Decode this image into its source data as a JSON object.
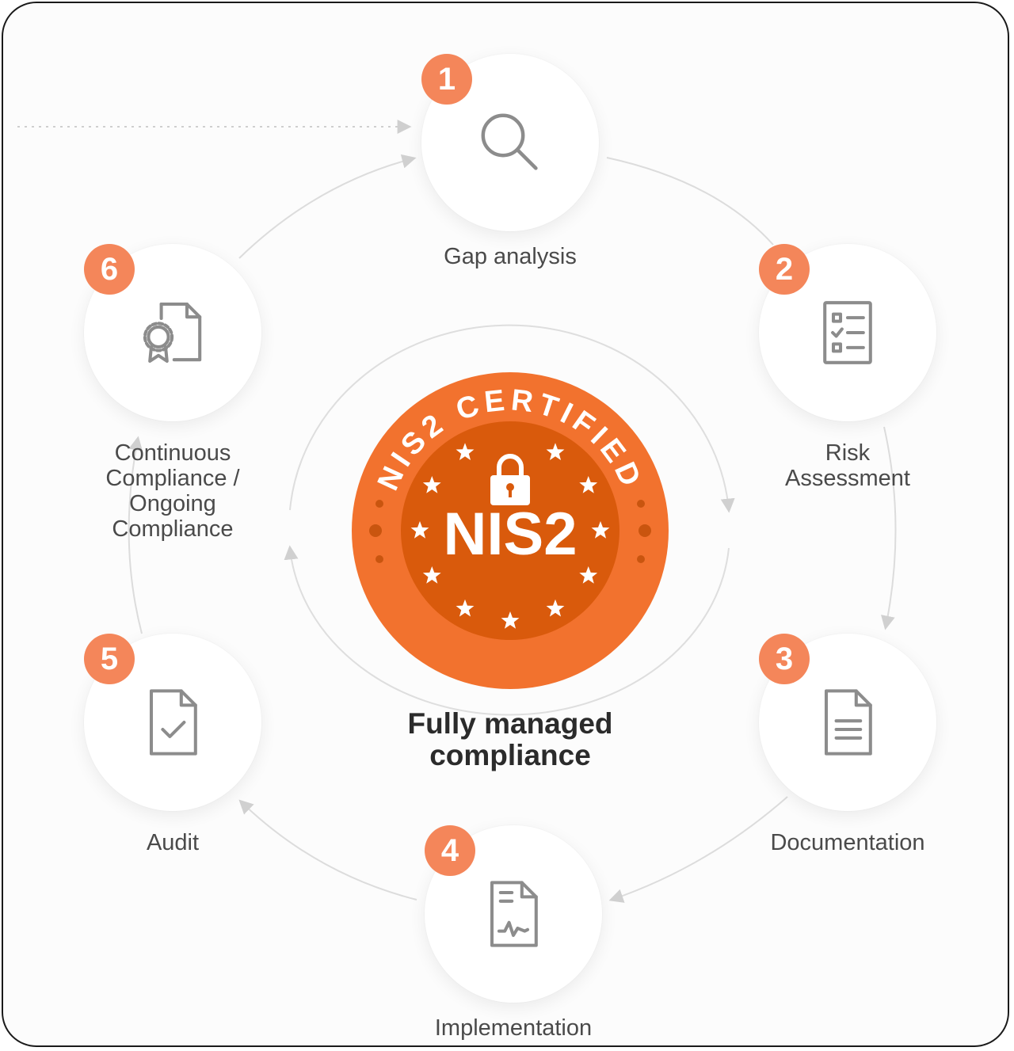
{
  "center": {
    "seal_ring_text": "NIS2 CERTIFIED",
    "seal_main_text": "NIS2",
    "caption": "Fully managed\ncompliance"
  },
  "steps": [
    {
      "number": "1",
      "label": "Gap analysis",
      "icon": "magnifier-icon"
    },
    {
      "number": "2",
      "label": "Risk\nAssessment",
      "icon": "checklist-icon"
    },
    {
      "number": "3",
      "label": "Documentation",
      "icon": "document-icon"
    },
    {
      "number": "4",
      "label": "Implementation",
      "icon": "document-signature-icon"
    },
    {
      "number": "5",
      "label": "Audit",
      "icon": "document-check-icon"
    },
    {
      "number": "6",
      "label": "Continuous\nCompliance /\nOngoing\nCompliance",
      "icon": "certificate-icon"
    }
  ],
  "colors": {
    "accent": "#f4865a",
    "seal_outer": "#f2722e",
    "seal_inner": "#d95a0c",
    "icon_stroke": "#8c8c8c",
    "connector": "#d6d6d6"
  }
}
